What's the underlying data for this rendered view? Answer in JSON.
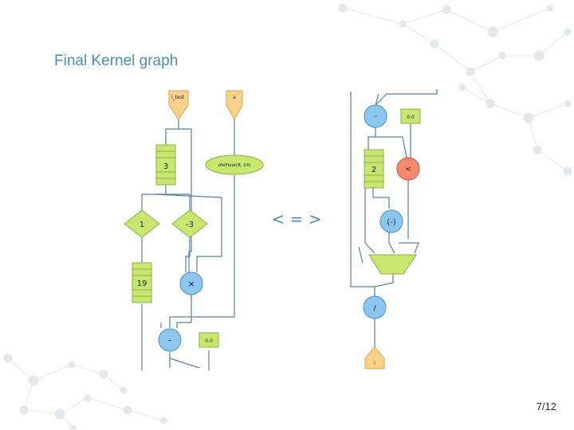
{
  "slide": {
    "title": "Final Kernel graph",
    "page_number": "7/12"
  },
  "comparison_symbol": "< = >",
  "left_graph": {
    "input_i_test": "i_test",
    "input_a": "a",
    "stream_3": "3",
    "dfe_op": "dfeFloat(8, 24)",
    "mux_1": "1",
    "mux_neg3": "-3",
    "stream_19": "19",
    "mul_op": "×",
    "sub_op": "-",
    "const_00": "0.0"
  },
  "right_graph": {
    "sub_op": "-",
    "const_00": "0.0",
    "stream_2": "2",
    "less_op": "<",
    "neg_op": "(-)",
    "div_op": "/",
    "output_i": "i"
  },
  "colors": {
    "input_fill": "#fcd28a",
    "input_stroke": "#d9a44a",
    "green_fill": "#c6e870",
    "green_stroke": "#8fb13c",
    "blue_fill": "#8cc7f0",
    "blue_stroke": "#4b8fc6",
    "red_fill": "#f58a6e",
    "red_stroke": "#c95a40",
    "edge": "#5b7fa6",
    "title": "#4a8fb8"
  }
}
